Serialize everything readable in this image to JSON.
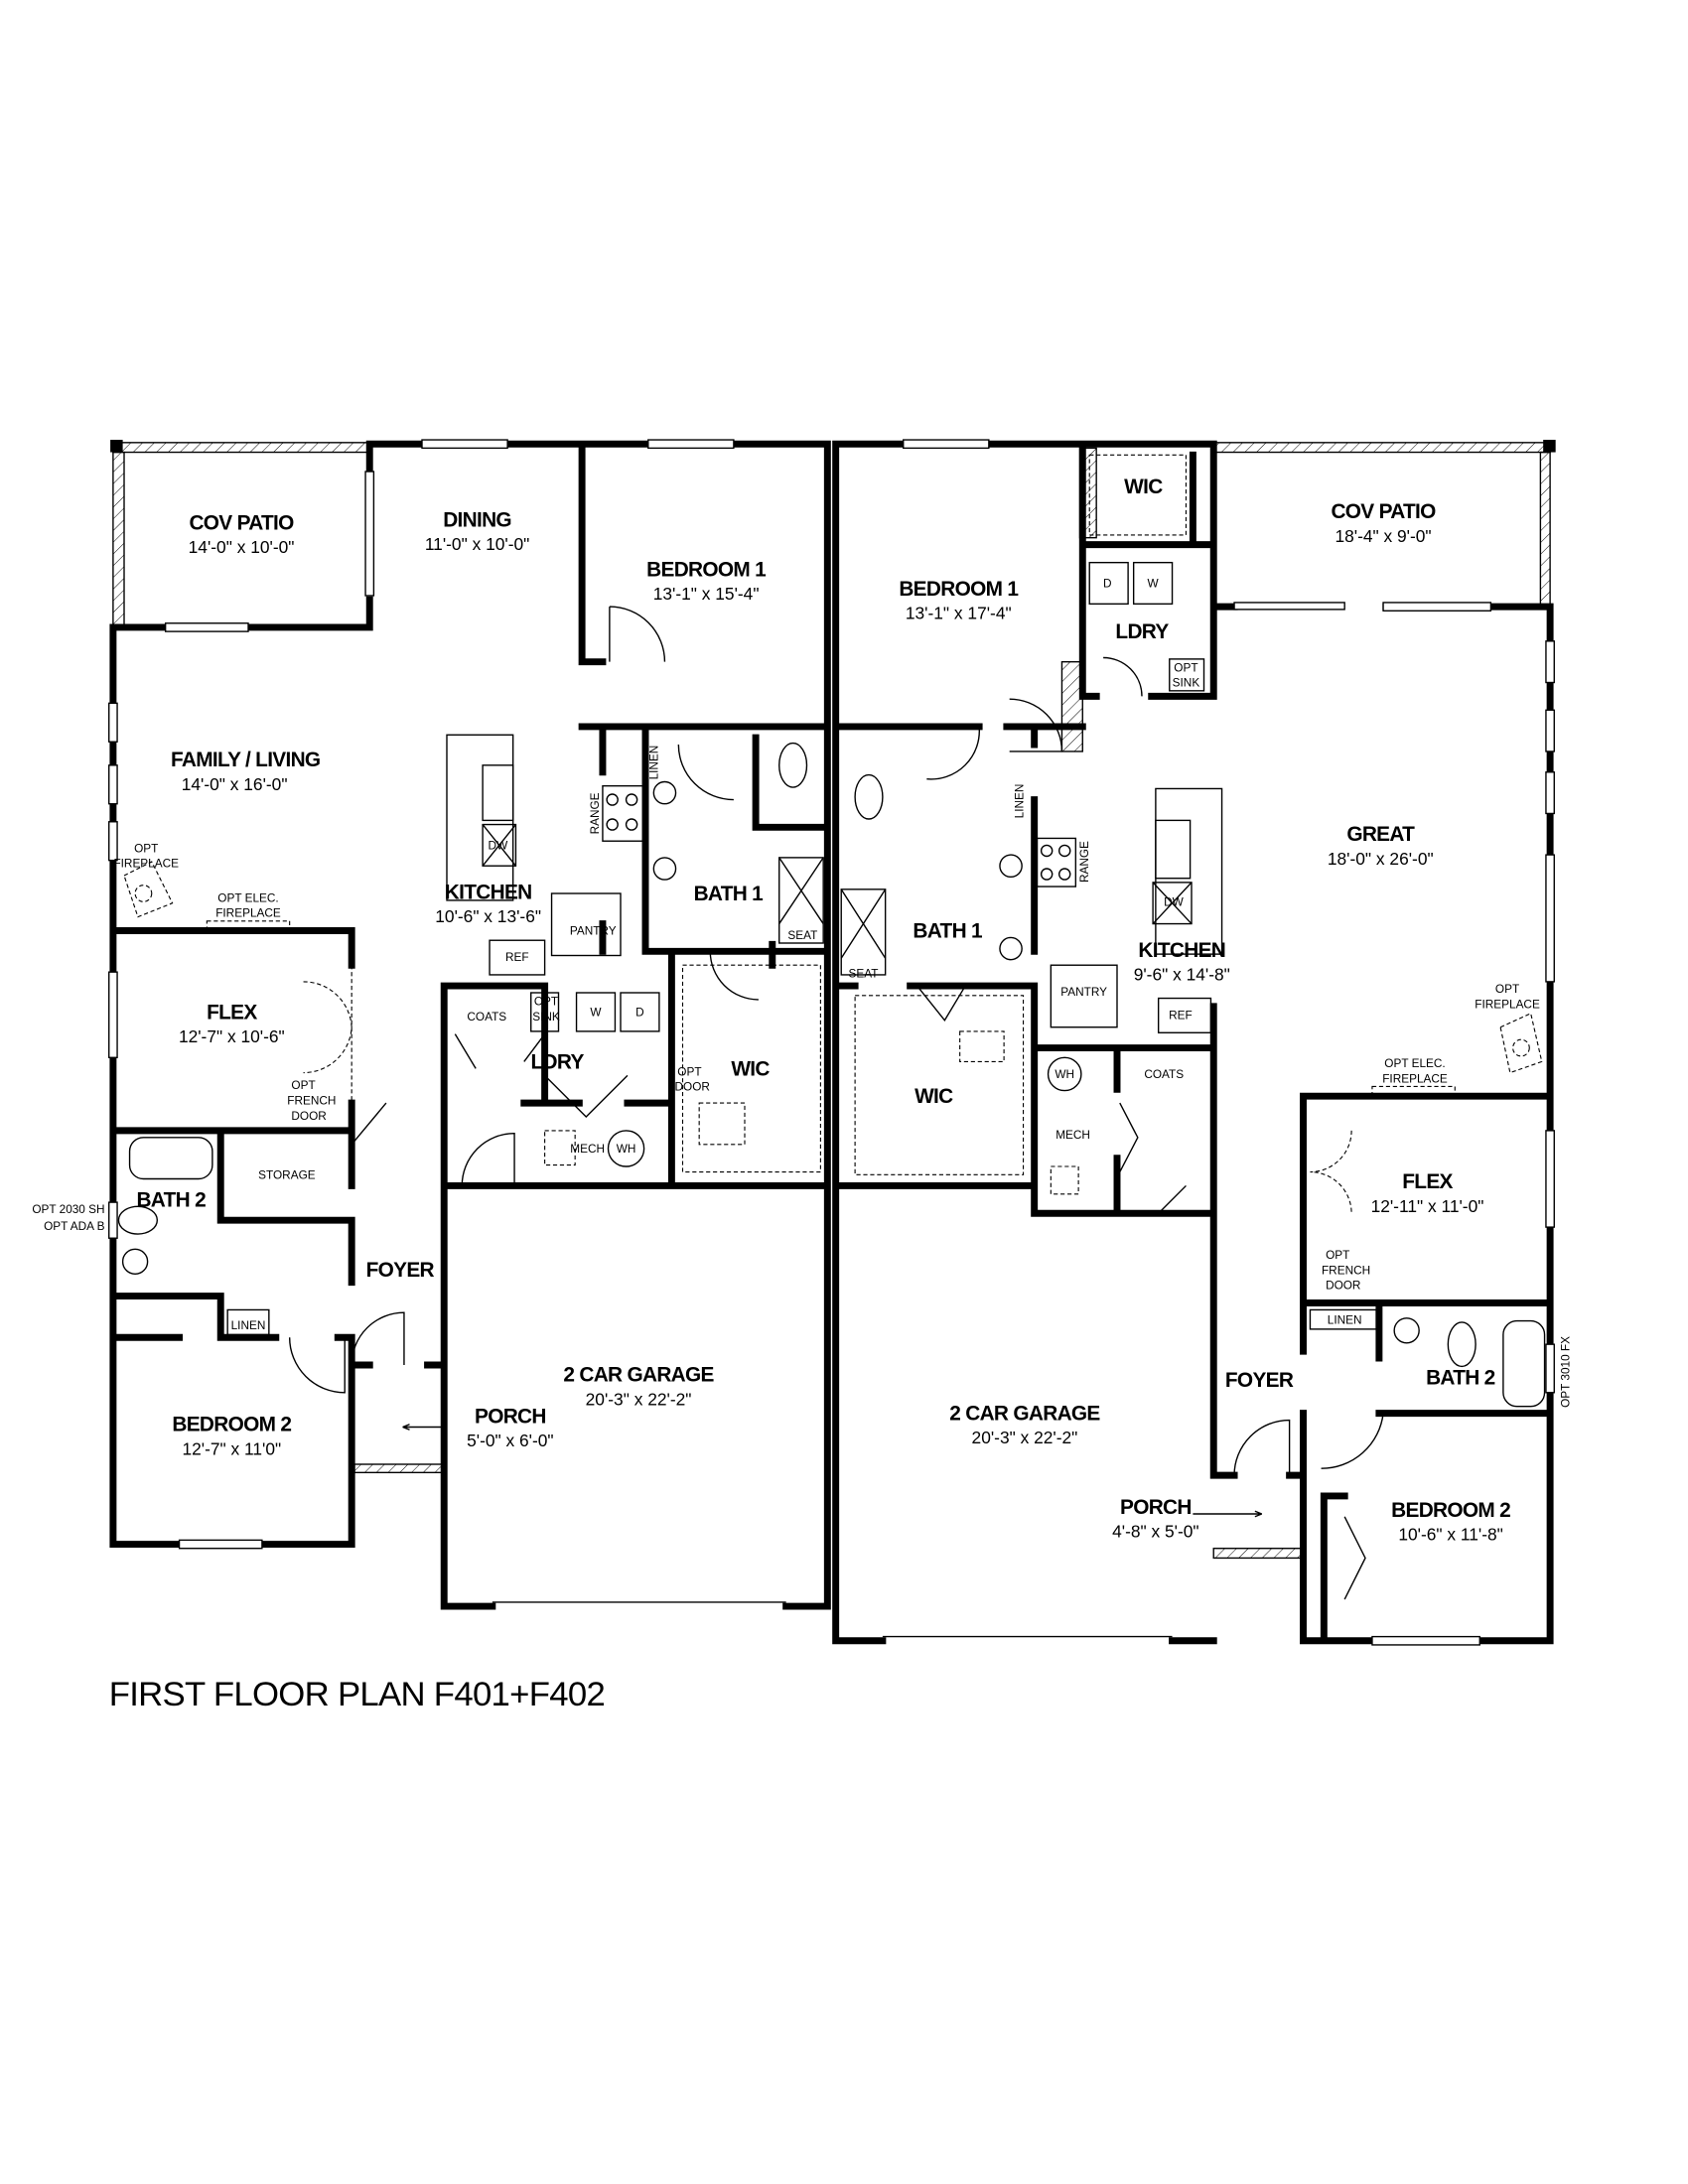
{
  "title": "FIRST FLOOR PLAN F401+F402",
  "unit1": {
    "cov_patio": {
      "name": "COV PATIO",
      "dim": "14'-0\" x 10'-0\""
    },
    "dining": {
      "name": "DINING",
      "dim": "11'-0\" x 10'-0\""
    },
    "bedroom1": {
      "name": "BEDROOM 1",
      "dim": "13'-1\" x 15'-4\""
    },
    "family": {
      "name": "FAMILY / LIVING",
      "dim": "14'-0\" x 16'-0\""
    },
    "kitchen": {
      "name": "KITCHEN",
      "dim": "10'-6\" x 13'-6\""
    },
    "bath1": {
      "name": "BATH 1"
    },
    "flex": {
      "name": "FLEX",
      "dim": "12'-7\" x 10'-6\""
    },
    "bath2": {
      "name": "BATH 2"
    },
    "storage": {
      "name": "STORAGE"
    },
    "foyer": {
      "name": "FOYER"
    },
    "bedroom2": {
      "name": "BEDROOM 2",
      "dim": "12'-7\" x 11'0\""
    },
    "garage": {
      "name": "2 CAR GARAGE",
      "dim": "20'-3\" x 22'-2\""
    },
    "porch": {
      "name": "PORCH",
      "dim": "5'-0\" x 6'-0\""
    },
    "ldry": {
      "name": "LDRY"
    },
    "wic": {
      "name": "WIC"
    },
    "notes": {
      "coats": "COATS",
      "opt": "OPT",
      "sink": "SINK",
      "washer": "W",
      "dryer": "D",
      "mech": "MECH",
      "wh": "WH",
      "opt_door_1": "OPT",
      "opt_door_2": "DOOR",
      "pantry": "PANTRY",
      "ref": "REF",
      "range": "RANGE",
      "dw": "DW",
      "linen": "LINEN",
      "seat": "SEAT",
      "opt_elec_1": "OPT ELEC.",
      "opt_elec_2": "FIREPLACE",
      "opt_fireplace_1": "OPT",
      "opt_fireplace_2": "FIREPLACE",
      "french_1": "OPT",
      "french_2": "FRENCH",
      "french_3": "DOOR",
      "linen2": "LINEN",
      "window_1": "OPT 2030 SH",
      "window_2": "OPT ADA B"
    }
  },
  "unit2": {
    "bedroom1": {
      "name": "BEDROOM 1",
      "dim": "13'-1\" x 17'-4\""
    },
    "wic_top": {
      "name": "WIC"
    },
    "ldry": {
      "name": "LDRY"
    },
    "cov_patio": {
      "name": "COV PATIO",
      "dim": "18'-4\" x 9'-0\""
    },
    "great": {
      "name": "GREAT",
      "dim": "18'-0\" x 26'-0\""
    },
    "kitchen": {
      "name": "KITCHEN",
      "dim": "9'-6\" x 14'-8\""
    },
    "bath1": {
      "name": "BATH 1"
    },
    "wic": {
      "name": "WIC"
    },
    "flex": {
      "name": "FLEX",
      "dim": "12'-11\" x 11'-0\""
    },
    "bath2": {
      "name": "BATH 2"
    },
    "foyer": {
      "name": "FOYER"
    },
    "garage": {
      "name": "2 CAR GARAGE",
      "dim": "20'-3\" x 22'-2\""
    },
    "porch": {
      "name": "PORCH",
      "dim": "4'-8\" x 5'-0\""
    },
    "bedroom2": {
      "name": "BEDROOM 2",
      "dim": "10'-6\" x 11'-8\""
    },
    "notes": {
      "dryer": "D",
      "washer": "W",
      "opt": "OPT",
      "sink": "SINK",
      "seat": "SEAT",
      "linen": "LINEN",
      "range": "RANGE",
      "dw": "DW",
      "pantry": "PANTRY",
      "ref": "REF",
      "wh": "WH",
      "mech": "MECH",
      "coats": "COATS",
      "opt_elec_1": "OPT ELEC.",
      "opt_elec_2": "FIREPLACE",
      "opt_fireplace_1": "OPT",
      "opt_fireplace_2": "FIREPLACE",
      "french_1": "OPT",
      "french_2": "FRENCH",
      "french_3": "DOOR",
      "linen2": "LINEN",
      "window": "OPT 3010 FX"
    }
  }
}
